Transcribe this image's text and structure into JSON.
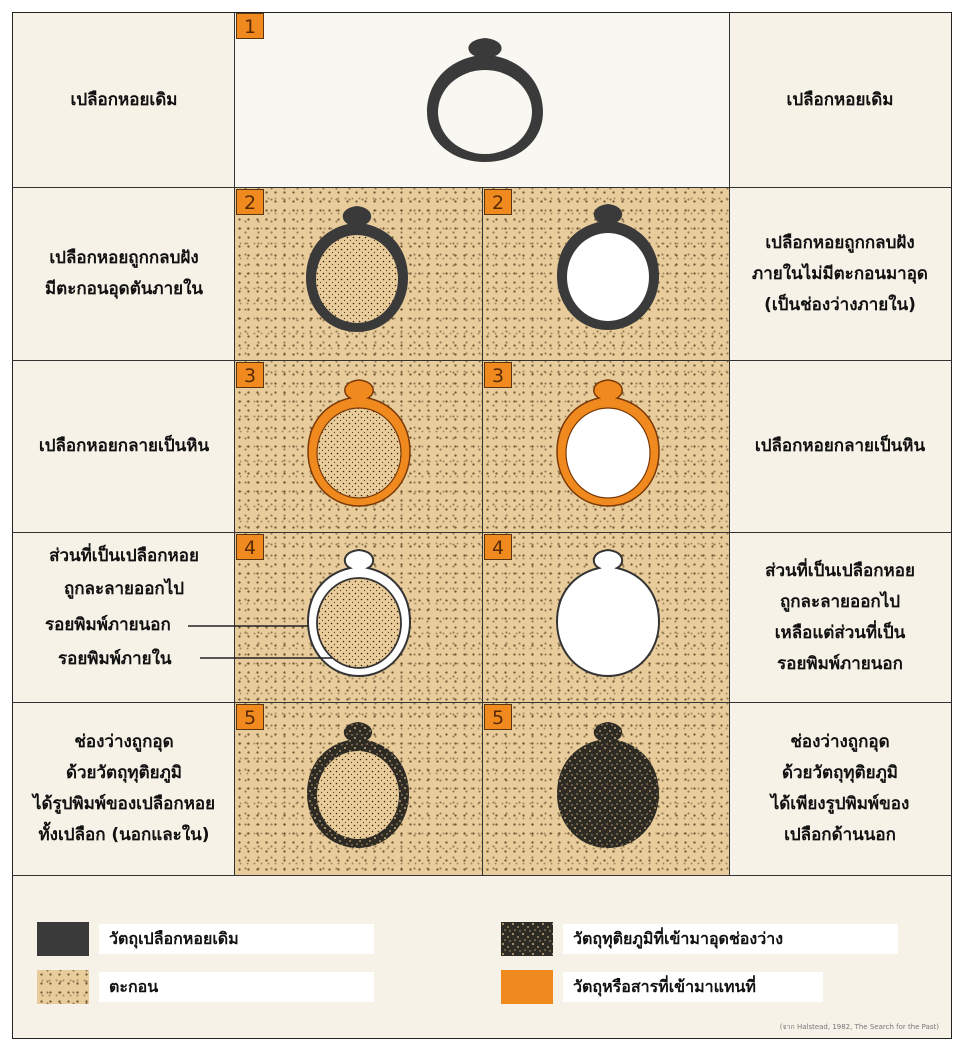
{
  "colors": {
    "shell": "#3a3a3a",
    "sediment": "#e8cc9b",
    "replacement": "#f08a1f",
    "background": "#f7f2e8"
  },
  "rows": [
    {
      "badge_left": "1",
      "left_lines": [
        "เปลือกหอยเดิม"
      ],
      "right_lines": [
        "เปลือกหอยเดิม"
      ]
    },
    {
      "badge_left": "2",
      "badge_right": "2",
      "left_lines": [
        "เปลือกหอยถูกกลบฝัง",
        "มีตะกอนอุดตันภายใน"
      ],
      "right_lines": [
        "เปลือกหอยถูกกลบฝัง",
        "ภายในไม่มีตะกอนมาอุด",
        "(เป็นช่องว่างภายใน)"
      ]
    },
    {
      "badge_left": "3",
      "badge_right": "3",
      "left_lines": [
        "เปลือกหอยกลายเป็นหิน"
      ],
      "right_lines": [
        "เปลือกหอยกลายเป็นหิน"
      ]
    },
    {
      "badge_left": "4",
      "badge_right": "4",
      "left_lines": [
        "ส่วนที่เป็นเปลือกหอย",
        "ถูกละลายออกไป"
      ],
      "right_lines": [
        "ส่วนที่เป็นเปลือกหอย",
        "ถูกละลายออกไป",
        "เหลือแต่ส่วนที่เป็น",
        "รอยพิมพ์ภายนอก"
      ],
      "callout_outer": "รอยพิมพ์ภายนอก",
      "callout_inner": "รอยพิมพ์ภายใน"
    },
    {
      "badge_left": "5",
      "badge_right": "5",
      "left_lines": [
        "ช่องว่างถูกอุด",
        "ด้วยวัตถุทุติยภูมิ",
        "ได้รูปพิมพ์ของเปลือกหอย",
        "ทั้งเปลือก (นอกและใน)"
      ],
      "right_lines": [
        "ช่องว่างถูกอุด",
        "ด้วยวัตถุทุติยภูมิ",
        "ได้เพียงรูปพิมพ์ของ",
        "เปลือกด้านนอก"
      ]
    }
  ],
  "legend": [
    {
      "id": "shell",
      "label": "วัตถุเปลือกหอยเดิม",
      "color": "#3a3a3a"
    },
    {
      "id": "sediment",
      "label": "ตะกอน",
      "color": "#e8cc9b"
    },
    {
      "id": "secondary",
      "label": "วัตถุทุติยภูมิที่เข้ามาอุดช่องว่าง",
      "color": "#5b5346"
    },
    {
      "id": "replacement",
      "label": "วัตถุหรือสารที่เข้ามาแทนที่",
      "color": "#f08a1f"
    }
  ],
  "credit": "(จาก Halstead, 1982, The Search for the Past)"
}
